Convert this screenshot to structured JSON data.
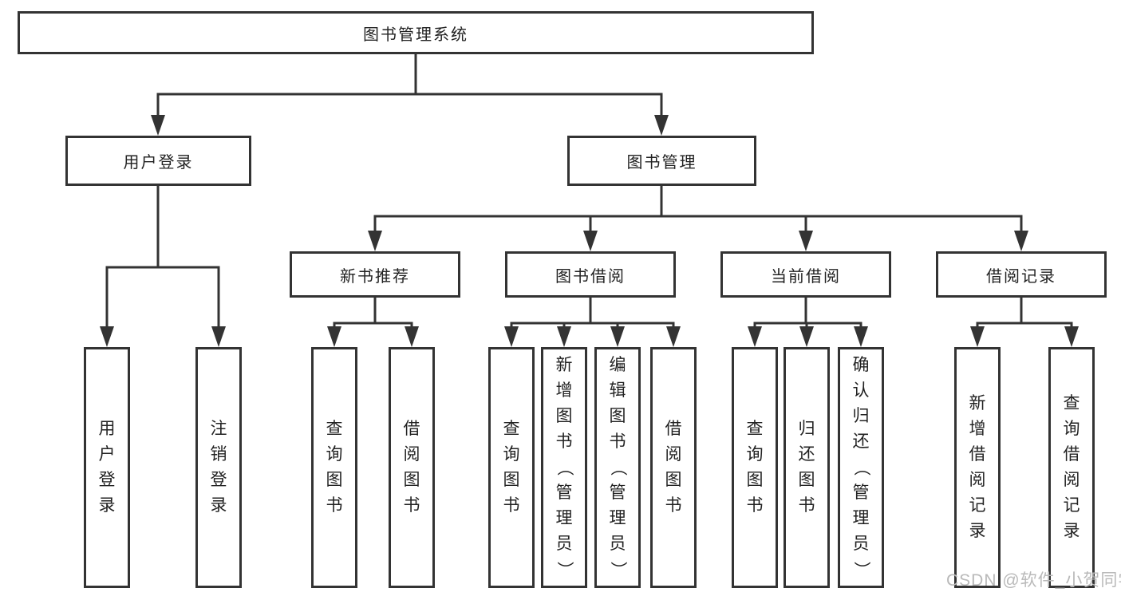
{
  "root": {
    "label": "图书管理系统"
  },
  "level2": {
    "user_login": {
      "label": "用户登录"
    },
    "book_management": {
      "label": "图书管理"
    }
  },
  "level3": {
    "new_book_recommend": {
      "label": "新书推荐"
    },
    "book_borrow": {
      "label": "图书借阅"
    },
    "current_borrow": {
      "label": "当前借阅"
    },
    "borrow_record": {
      "label": "借阅记录"
    }
  },
  "leaves": {
    "user_login": {
      "label": "用户登录"
    },
    "logout": {
      "label": "注销登录"
    },
    "rec_query_book": {
      "label": "查询图书"
    },
    "rec_borrow_book": {
      "label": "借阅图书"
    },
    "bb_query_book": {
      "label": "查询图书"
    },
    "bb_add_book": {
      "label": "新增图书（管理员）"
    },
    "bb_edit_book": {
      "label": "编辑图书（管理员）"
    },
    "bb_borrow_book": {
      "label": "借阅图书"
    },
    "cb_query_book": {
      "label": "查询图书"
    },
    "cb_return_book": {
      "label": "归还图书"
    },
    "cb_confirm_return": {
      "label": "确认归还（管理员）"
    },
    "br_add_record": {
      "label": "新增借阅记录"
    },
    "br_query_record": {
      "label": "查询借阅记录"
    }
  },
  "watermark": {
    "text": "CSDN @软件_小贺同学"
  },
  "colors": {
    "border": "#333333",
    "line": "#333333",
    "text": "#222222",
    "watermark": "#b9b9b9",
    "background": "#ffffff"
  }
}
